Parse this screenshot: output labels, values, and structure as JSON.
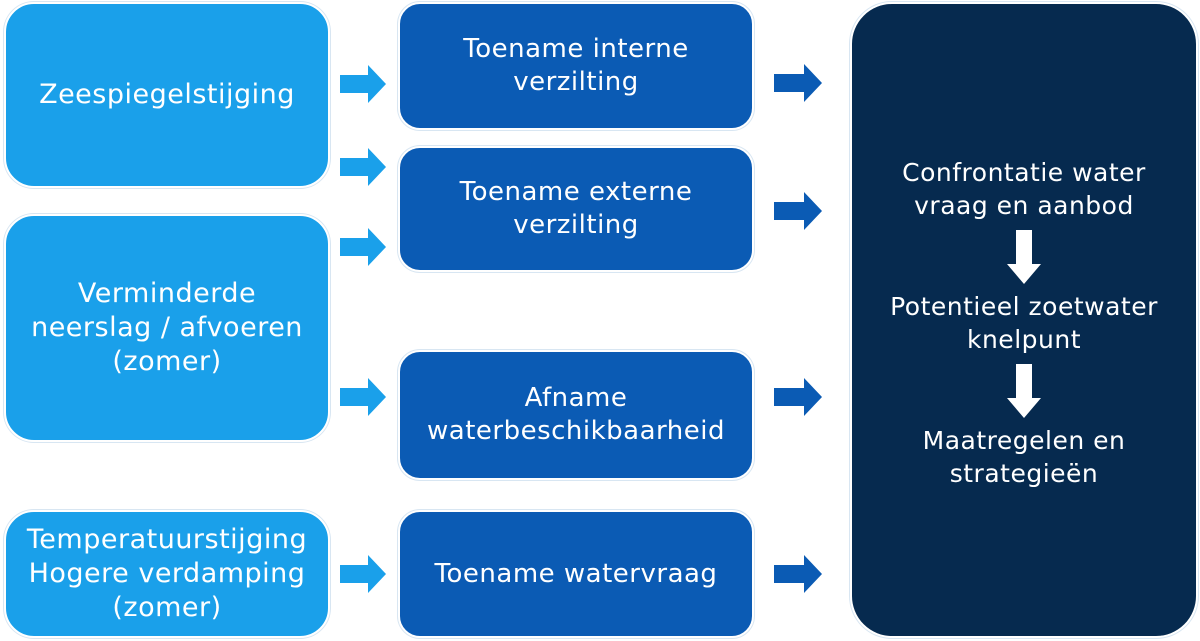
{
  "causes": [
    {
      "lines": [
        "Zeespiegelstijging"
      ]
    },
    {
      "lines": [
        "Verminderde",
        "neerslag / afvoeren",
        "(zomer)"
      ]
    },
    {
      "lines": [
        "Temperatuurstijging",
        "Hogere verdamping",
        "(zomer)"
      ]
    }
  ],
  "effects": [
    {
      "lines": [
        "Toename interne",
        "verzilting"
      ]
    },
    {
      "lines": [
        "Toename externe",
        "verzilting"
      ]
    },
    {
      "lines": [
        "Afname",
        "waterbeschikbaarheid"
      ]
    },
    {
      "lines": [
        "Toename watervraag"
      ]
    }
  ],
  "result": {
    "steps": [
      {
        "lines": [
          "Confrontatie water",
          "vraag en aanbod"
        ]
      },
      {
        "lines": [
          "Potentieel zoetwater",
          "knelpunt"
        ]
      },
      {
        "lines": [
          "Maatregelen en",
          "strategieën"
        ]
      }
    ]
  },
  "colors": {
    "cause_fill": "#1aa0ea",
    "effect_fill": "#0b5bb4",
    "result_fill": "#062a4f",
    "cause_arrow": "#1aa0ea",
    "effect_arrow": "#0b5bb4",
    "down_arrow": "#ffffff"
  }
}
